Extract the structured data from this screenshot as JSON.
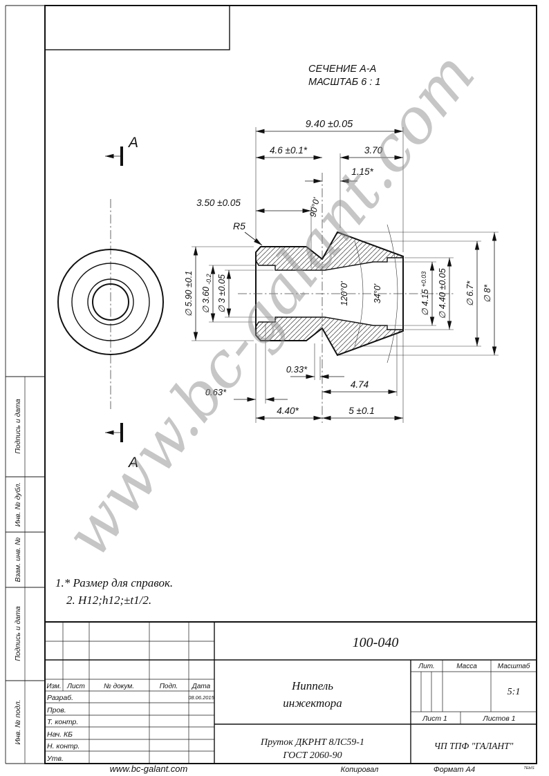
{
  "colors": {
    "ink": "#111111",
    "watermark_gray": "#8f8f8f",
    "paper": "#ffffff"
  },
  "watermark": "www.bc-galant.com",
  "section_view": {
    "title_line1": "СЕЧЕНИЕ  А-А",
    "title_line2": "МАСШТАБ 6 : 1",
    "cut_label_top": "А",
    "cut_label_bottom": "А"
  },
  "dims": {
    "overall_len": "9.40 ±0.05",
    "left_len": "4.6 ±0.1*",
    "right_len": "3.70",
    "groove_offset": "1.15*",
    "bore_depth": "3.50 ±0.05",
    "fillet": "R5",
    "angle_chamfer": "90°0'",
    "d_body": "∅ 5.90 ±0.1",
    "d_cbore": "∅ 3.60",
    "d_cbore_tol": "-0.2",
    "d_bore": "∅ 3 ±0.05",
    "angle_csink": "120°0'",
    "angle_cone": "34°0'",
    "d_seat": "∅ 4.15",
    "d_seat_tol": "+0.03",
    "d_rbore": "∅ 4.40 ±0.05",
    "d_cone_small": "∅ 6.7*",
    "d_cone_big": "∅ 8*",
    "step": "0.33*",
    "cone_len": "4.74",
    "lip": "0.63*",
    "body_len": "4.40*",
    "cone_section_len": "5 ±0.1"
  },
  "notes": {
    "line1": "1.* Размер для справок.",
    "line2": "2. H12;h12;±t1/2."
  },
  "margin_labels": {
    "box1": "Подпись и дата",
    "box2": "Инв. № дубл.",
    "box3": "Взам. инв. №",
    "box4": "Подпись и дата",
    "box5": "Инв. № подл."
  },
  "title_block": {
    "doc_number": "100-040",
    "part_name_line1": "Ниппель",
    "part_name_line2": "инжектора",
    "material_line1": "Пруток ДКРНТ 8ЛС59-1",
    "material_line2": "ГОСТ 2060-90",
    "company": "ЧП ТПФ \"ГАЛАНТ\"",
    "headers": {
      "izm": "Изм.",
      "list": "Лист",
      "doc": "№ докум.",
      "podp": "Подп.",
      "data": "Дата"
    },
    "rows": {
      "r1": "Разраб.",
      "r2": "Пров.",
      "r3": "Т. контр.",
      "r4": "Нач. КБ",
      "r5": "Н. контр.",
      "r6": "Утв."
    },
    "date_value": "08.06.2015",
    "lit_label": "Лит.",
    "mass_label": "Масса",
    "scale_label": "Масштаб",
    "scale_value": "5:1",
    "sheet_label": "Лист 1",
    "sheets_label": "Листов 1"
  },
  "footer": {
    "site": "www.bc-galant.com",
    "copied": "Копировал",
    "format": "Формат А4",
    "corner_mark": "TEbIS"
  }
}
